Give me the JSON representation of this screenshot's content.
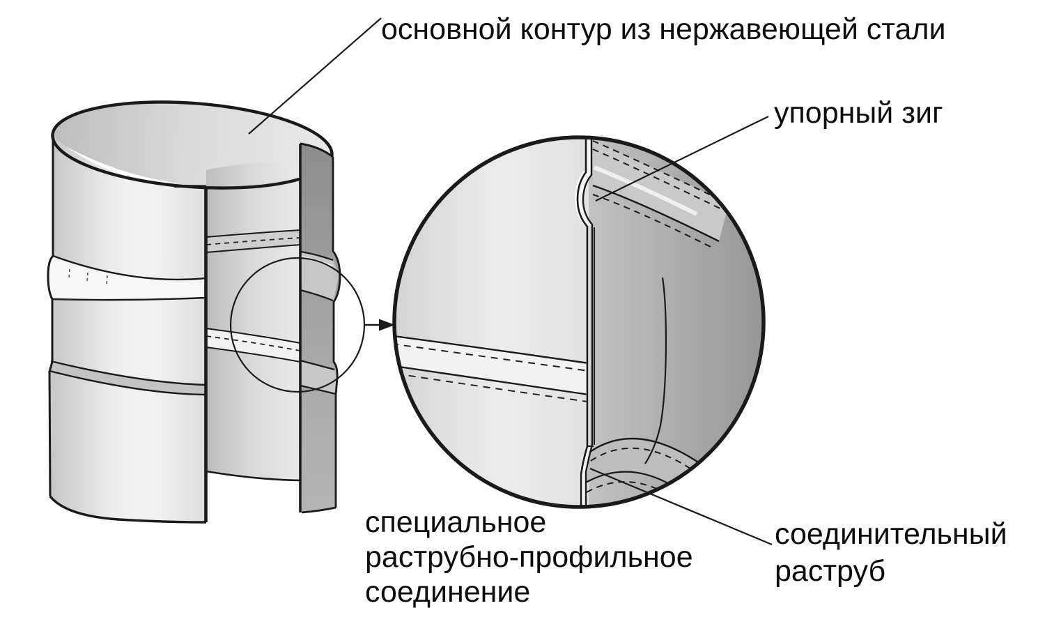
{
  "labels": {
    "main_contour": "основной контур из нержавеющей стали",
    "stop_bead": "упорный зиг",
    "special_joint": "специальное\nраструбно-профильное\nсоединение",
    "connecting_socket": "соединительный\nраструб"
  },
  "colors": {
    "outline": "#1a1a1a",
    "text": "#0d0d0d",
    "background": "#ffffff",
    "surface_light": "#efefef",
    "surface_mid": "#d6d6d6",
    "surface_dark": "#9e9e9e",
    "highlight": "#ffffff"
  }
}
